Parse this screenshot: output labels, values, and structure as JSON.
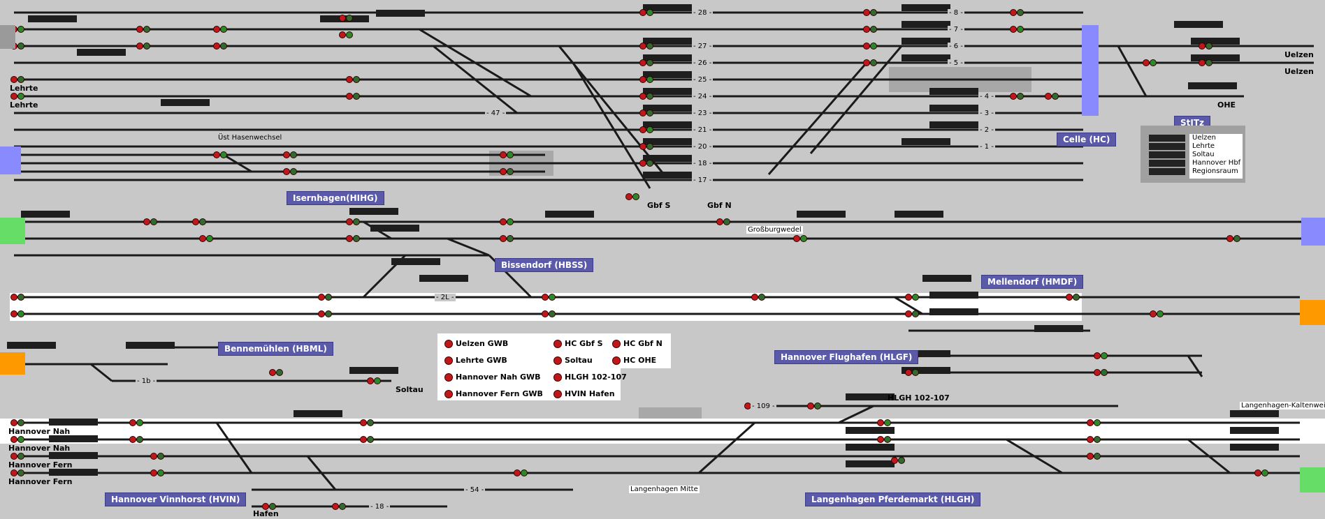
{
  "stations": {
    "celle": "Celle (HC)",
    "isernhagen": "Isernhagen(HIHG)",
    "bissendorf": "Bissendorf (HBSS)",
    "mellendorf": "Mellendorf (HMDF)",
    "bennemuehlen": "Bennemühlen (HBML)",
    "flughafen": "Hannover Flughafen (HLGF)",
    "vinnhorst": "Hannover Vinnhorst (HVIN)",
    "pferdemarkt": "Langenhagen Pferdemarkt (HLGH)",
    "stitz": "StITz"
  },
  "labels": {
    "uelzen1": "Uelzen",
    "uelzen2": "Uelzen",
    "lehrte1": "Lehrte",
    "lehrte2": "Lehrte",
    "ohe": "OHE",
    "gbf_s": "Gbf S",
    "gbf_n": "Gbf N",
    "hasenwechsel": "Üst Hasenwechsel",
    "grossburgwedel": "Großburgwedel",
    "soltau": "Soltau",
    "hlgh": "HLGH 102-107",
    "langenhagen_kaltenweide": "Langenhagen-Kaltenweide",
    "langenhagen_mitte": "Langenhagen Mitte",
    "hannover_nah1": "Hannover Nah",
    "hannover_nah2": "Hannover Nah",
    "hannover_fern1": "Hannover Fern",
    "hannover_fern2": "Hannover Fern",
    "hafen": "Hafen"
  },
  "track_numbers": {
    "t28": "- 28 -",
    "t27": "- 27 -",
    "t26": "- 26 -",
    "t25": "- 25 -",
    "t24": "- 24 -",
    "t23": "- 23 -",
    "t21": "- 21 -",
    "t20": "- 20 -",
    "t18": "- 18 -",
    "t17": "- 17 -",
    "t8": "- 8 -",
    "t7": "- 7 -",
    "t6": "- 6 -",
    "t5": "- 5 -",
    "t4": "- 4 -",
    "t3": "- 3 -",
    "t2": "- 2 -",
    "t1": "- 1 -",
    "t47": "- 47 -",
    "t109": "- 109 -",
    "t54": "- 54 -",
    "t18b": "- 18 -",
    "t2L": "- 2L -",
    "t1b": "- 1b -"
  },
  "indicator_panel": {
    "left": [
      "Uelzen GWB",
      "Lehrte GWB",
      "Hannover Nah GWB",
      "Hannover Fern GWB"
    ],
    "mid": [
      "HC Gbf S",
      "Soltau",
      "HLGH 102-107",
      "HVIN Hafen"
    ],
    "right": [
      "HC Gbf N",
      "HC OHE"
    ]
  },
  "legend": {
    "items": [
      "Uelzen",
      "Lehrte",
      "Soltau",
      "Hannover Hbf",
      "Regionsraum"
    ]
  },
  "colors": {
    "background": "#c8c8c8",
    "track": "#1a1a1a",
    "signal_red": "#c0181a",
    "signal_green": "#2a8a2a",
    "station_box": "#5a5aa8",
    "edge_blue": "#8a8aff",
    "edge_green": "#66dd66",
    "edge_orange": "#ff9900"
  }
}
